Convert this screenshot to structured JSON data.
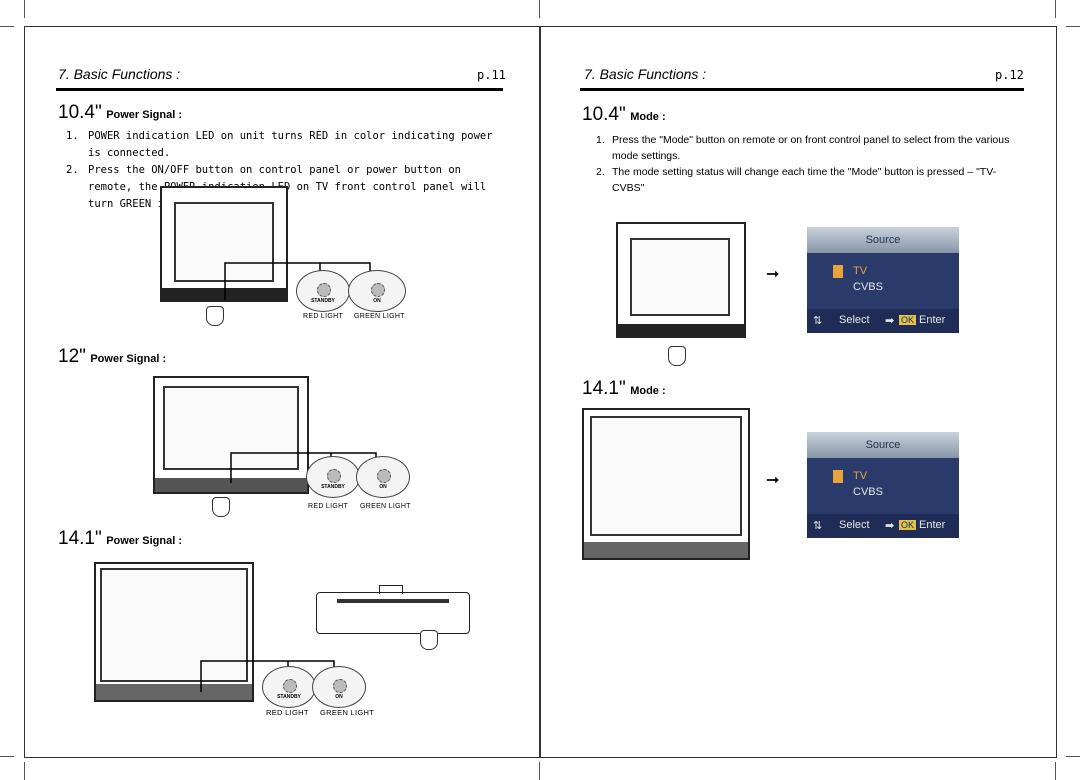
{
  "left_page": {
    "header": "7. Basic Functions :",
    "page_number": "p.11",
    "section1": {
      "size": "10.4\"",
      "title": "Power Signal :"
    },
    "steps": [
      {
        "num": "1.",
        "text": "POWER indication LED on unit turns RED in color indicating power is connected."
      },
      {
        "num": "2.",
        "text": "Press the ON/OFF button on control panel or power button on remote, the POWER indication LED on TV front control panel will turn GREEN in color."
      }
    ],
    "section2": {
      "size": "12\"",
      "title": "Power Signal :"
    },
    "section3": {
      "size": "14.1\"",
      "title": "Power Signal :"
    },
    "led_standby": "STANDBY",
    "led_on": "ON",
    "red_light": "RED LIGHT",
    "green_light": "GREEN LIGHT"
  },
  "right_page": {
    "header": "7. Basic Functions :",
    "page_number": "p.12",
    "section1": {
      "size": "10.4\"",
      "title": "Mode :"
    },
    "steps": [
      {
        "num": "1.",
        "text": "Press the \"Mode\" button on remote or on front control panel to select from the various mode settings."
      },
      {
        "num": "2.",
        "text": "The mode setting status will change each time the \"Mode\" button is pressed – \"TV-CVBS\""
      }
    ],
    "section2": {
      "size": "14.1\"",
      "title": "Mode :"
    },
    "osd": {
      "title": "Source",
      "option1": "TV",
      "option2": "CVBS",
      "select": "Select",
      "ok": "OK",
      "enter": "Enter"
    }
  },
  "colors": {
    "osd_bg": "#2a3a6a",
    "osd_highlight": "#e8a33a",
    "ok_badge": "#e3c24a"
  }
}
